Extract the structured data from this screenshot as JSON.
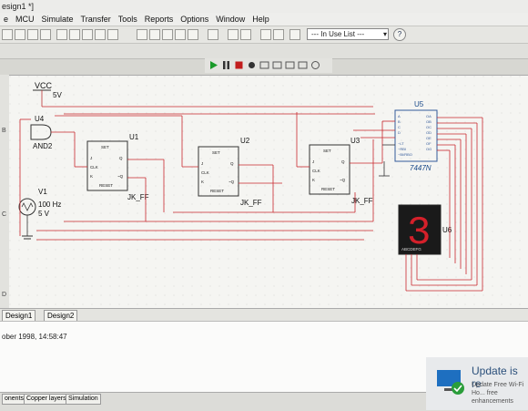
{
  "window": {
    "title": "esign1 *]"
  },
  "menu": [
    "e",
    "MCU",
    "Simulate",
    "Transfer",
    "Tools",
    "Reports",
    "Options",
    "Window",
    "Help"
  ],
  "toolbar": {
    "in_use_list": "--- In Use List ---",
    "help": "?"
  },
  "canvas": {
    "vcc_label": "VCC",
    "vcc_value": "5V",
    "and_ref": "U4",
    "and_name": "AND2",
    "v1_ref": "V1",
    "v1_freq": "100 Hz",
    "v1_amp": "5 V",
    "ff1_ref": "U1",
    "ff1_name": "JK_FF",
    "ff2_ref": "U2",
    "ff2_name": "JK_FF",
    "ff3_ref": "U3",
    "ff3_name": "JK_FF",
    "ff_set": "SET",
    "ff_reset": "RESET",
    "ff_j": "J",
    "ff_k": "K",
    "ff_clk": "CLK",
    "ff_q": "Q",
    "ff_nq": "~Q",
    "dec_ref": "U5",
    "dec_name": "7447N",
    "dec_pins_left": [
      "A",
      "B",
      "C",
      "D",
      "~LT",
      "~RBI",
      "~BI/RBO"
    ],
    "dec_pins_right": [
      "OA",
      "OB",
      "OC",
      "OD",
      "OE",
      "OF",
      "OG"
    ],
    "disp_ref": "U6",
    "disp_digit": "3",
    "disp_pins": "ABCDEFG",
    "ruler_b": "B",
    "ruler_c": "C",
    "ruler_d": "D"
  },
  "design_tabs": [
    "Design1",
    "Design2"
  ],
  "log_text": "ober 1998, 14:58:47",
  "bottom_tabs": [
    "onents",
    "Copper layers",
    "Simulation"
  ],
  "notification": {
    "title": "Update is re",
    "body": "Update Free Wi-Fi Ho... free enhancements"
  }
}
